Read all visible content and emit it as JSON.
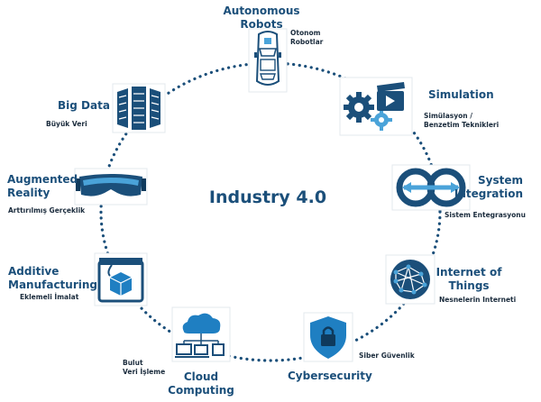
{
  "title": "Industry 4.0",
  "nodes": [
    {
      "key": "autonomous",
      "en_line1": "Autonomous",
      "en_line2": "Robots",
      "tr_line1": "Otonom",
      "tr_line2": "Robotlar",
      "icon": "car-icon"
    },
    {
      "key": "simulation",
      "en_line1": "Simulation",
      "en_line2": "",
      "tr_line1": "Simülasyon /",
      "tr_line2": "Benzetim Teknikleri",
      "icon": "gears-video-icon"
    },
    {
      "key": "system",
      "en_line1": "System",
      "en_line2": "Integration",
      "tr_line1": "Sistem Entegrasyonu",
      "tr_line2": "",
      "icon": "integration-loop-icon"
    },
    {
      "key": "iot",
      "en_line1": "Internet of",
      "en_line2": "Things",
      "tr_line1": "Nesnelerin Interneti",
      "tr_line2": "",
      "icon": "network-globe-icon"
    },
    {
      "key": "cyber",
      "en_line1": "Cybersecurity",
      "en_line2": "",
      "tr_line1": "Siber Güvenlik",
      "tr_line2": "",
      "icon": "shield-lock-icon"
    },
    {
      "key": "cloud",
      "en_line1": "Cloud",
      "en_line2": "Computing",
      "tr_line1": "Bulut",
      "tr_line2": "Veri İşleme",
      "icon": "cloud-devices-icon"
    },
    {
      "key": "additive",
      "en_line1": "Additive",
      "en_line2": "Manufacturing",
      "tr_line1": "Eklemeli İmalat",
      "tr_line2": "",
      "icon": "3d-printer-icon"
    },
    {
      "key": "ar",
      "en_line1": "Augmented",
      "en_line2": "Reality",
      "tr_line1": "Arttırılmış Gerçeklik",
      "tr_line2": "",
      "icon": "vr-headset-icon"
    },
    {
      "key": "bigdata",
      "en_line1": "Big Data",
      "en_line2": "",
      "tr_line1": "Büyük Veri",
      "tr_line2": "",
      "icon": "server-racks-icon"
    }
  ],
  "colors": {
    "primary": "#1b4f7a",
    "accent": "#1f6fa8",
    "light": "#4aa3d9",
    "dots": "#1b4f7a"
  }
}
